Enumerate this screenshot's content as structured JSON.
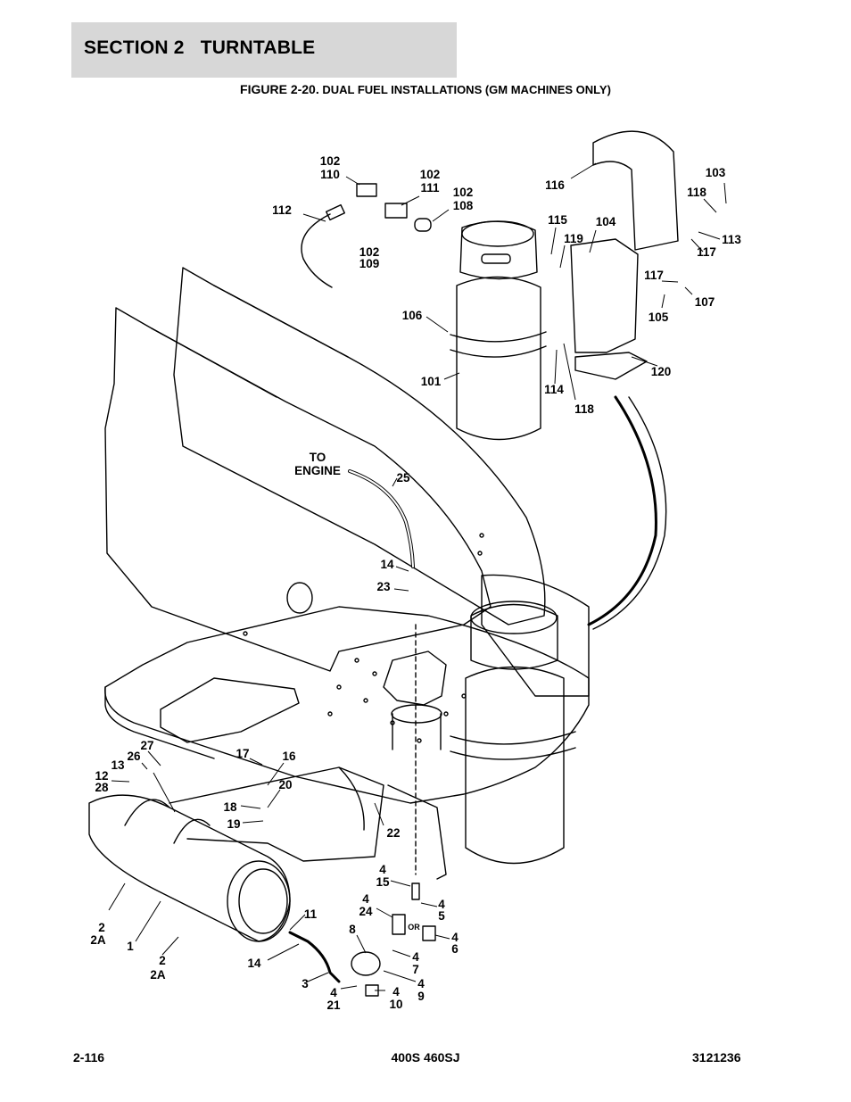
{
  "header": {
    "section": "SECTION 2   TURNTABLE"
  },
  "figure": {
    "number": "FIGURE 2-20.",
    "title": "DUAL FUEL INSTALLATIONS (GM MACHINES ONLY)"
  },
  "labels": {
    "to_engine_1": "TO",
    "to_engine_2": "ENGINE",
    "or_label": "OR"
  },
  "callouts": [
    "102",
    "110",
    "102",
    "111",
    "102",
    "108",
    "112",
    "102",
    "109",
    "116",
    "103",
    "118",
    "113",
    "117",
    "115",
    "104",
    "119",
    "117",
    "107",
    "105",
    "106",
    "101",
    "114",
    "118",
    "120",
    "25",
    "14",
    "23",
    "27",
    "26",
    "13",
    "12",
    "28",
    "17",
    "16",
    "20",
    "18",
    "19",
    "22",
    "4",
    "15",
    "4",
    "24",
    "4",
    "5",
    "8",
    "4",
    "6",
    "4",
    "7",
    "11",
    "14",
    "4",
    "9",
    "3",
    "4",
    "21",
    "4",
    "10",
    "2",
    "2A",
    "1",
    "2",
    "2A"
  ],
  "footer": {
    "left": "2-116",
    "center": "400S 460SJ",
    "right": "3121236"
  }
}
